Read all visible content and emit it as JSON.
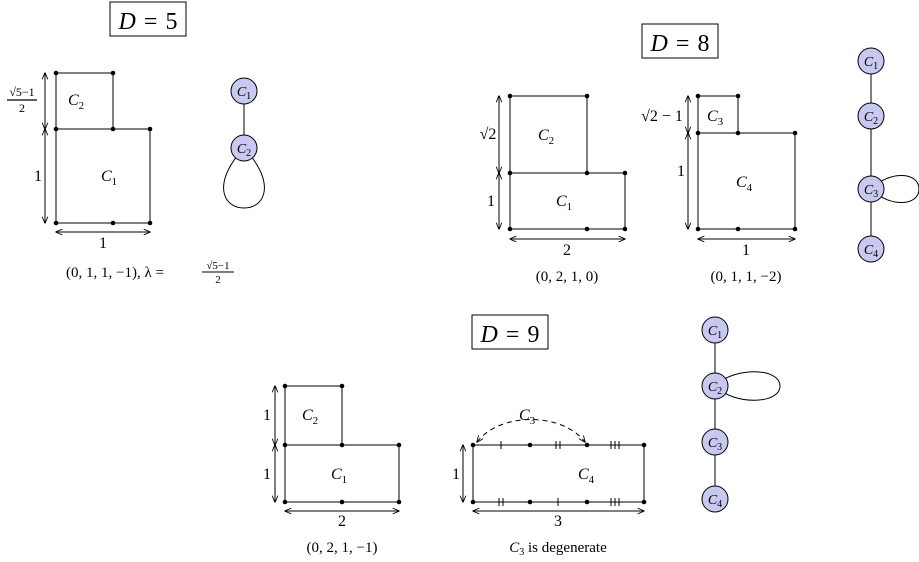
{
  "headers": {
    "d5": {
      "lhs": "D",
      "eq": "=",
      "val": "5"
    },
    "d8": {
      "lhs": "D",
      "eq": "=",
      "val": "8"
    },
    "d9": {
      "lhs": "D",
      "eq": "=",
      "val": "9"
    }
  },
  "d5": {
    "labels": {
      "c2": "C",
      "c2_sub": "2",
      "c1": "C",
      "c1_sub": "1"
    },
    "dims": {
      "top_num": "√5−1",
      "top_den": "2",
      "left": "1",
      "bottom": "1"
    },
    "caption": {
      "vec": "(0, 1, 1, −1), λ = ",
      "frac_num": "√5−1",
      "frac_den": "2"
    },
    "graph": {
      "n1": "C",
      "n1_sub": "1",
      "n2": "C",
      "n2_sub": "2"
    }
  },
  "d8": {
    "left_fig": {
      "c2": "C",
      "c2_sub": "2",
      "c1": "C",
      "c1_sub": "1",
      "dim_top": "√2",
      "dim_left": "1",
      "dim_bottom": "2",
      "caption": "(0, 2, 1, 0)"
    },
    "right_fig": {
      "c3": "C",
      "c3_sub": "3",
      "c4": "C",
      "c4_sub": "4",
      "dim_top": "√2 − 1",
      "dim_left": "1",
      "dim_bottom": "1",
      "caption": "(0, 1, 1, −2)"
    },
    "graph": {
      "n1": "C",
      "n1_sub": "1",
      "n2": "C",
      "n2_sub": "2",
      "n3": "C",
      "n3_sub": "3",
      "n4": "C",
      "n4_sub": "4"
    }
  },
  "d9": {
    "left_fig": {
      "c2": "C",
      "c2_sub": "2",
      "c1": "C",
      "c1_sub": "1",
      "dim_top": "1",
      "dim_left": "1",
      "dim_bottom": "2",
      "caption": "(0, 2, 1, −1)"
    },
    "right_fig": {
      "c3": "C",
      "c3_sub": "3",
      "c4": "C",
      "c4_sub": "4",
      "dim_left": "1",
      "dim_bottom": "3",
      "caption_c": "C",
      "caption_sub": "3",
      "caption_rest": " is degenerate"
    },
    "graph": {
      "n1": "C",
      "n1_sub": "1",
      "n2": "C",
      "n2_sub": "2",
      "n3": "C",
      "n3_sub": "3",
      "n4": "C",
      "n4_sub": "4"
    }
  },
  "colors": {
    "node_fill": "#c8c8f0",
    "stroke": "#000000"
  }
}
